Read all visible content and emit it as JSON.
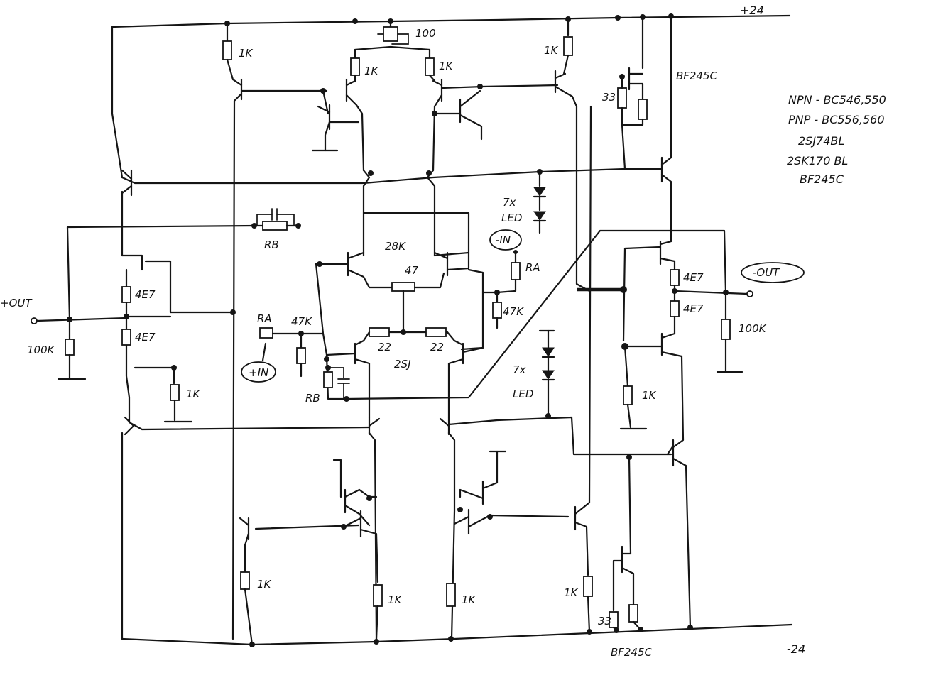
{
  "rails": {
    "positive": "+24",
    "negative": "-24"
  },
  "notes": {
    "npn": "NPN - BC546,550",
    "pnp": "PNP - BC556,560",
    "jfet_p": "2SJ74BL",
    "jfet_n": "2SK170 BL",
    "jfet_cs": "BF245C"
  },
  "labels": {
    "pos_out": "+OUT",
    "neg_out": "-OUT",
    "pos_in": "+IN",
    "neg_in": "-IN",
    "trim_pot": "100",
    "r_1k": "1K",
    "r_33": "33",
    "r_4e7": "4E7",
    "r_100k": "100K",
    "r_47k": "47K",
    "r_22": "22",
    "r_28k": "28K",
    "r_47": "47",
    "r_ra": "RA",
    "r_rb": "RB",
    "jfet_pair": "2SJ",
    "led_count": "7x",
    "led_word": "LED",
    "bf245c": "BF245C"
  }
}
